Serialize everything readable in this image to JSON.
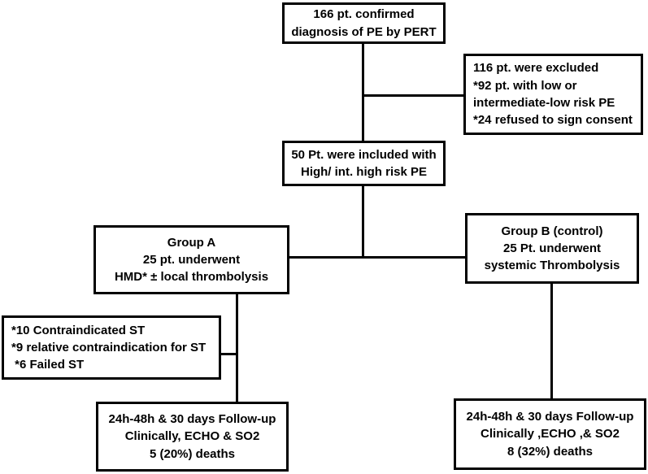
{
  "diagram": {
    "title": "PE PERT study flow diagram",
    "stroke_color": "#000000",
    "background_color": "#ffffff",
    "nodes": [
      {
        "id": "enrollment",
        "name": "confirmed-pe-box",
        "lines": [
          "166 pt. confirmed",
          "diagnosis of PE by PERT"
        ],
        "align": "center"
      },
      {
        "id": "excluded",
        "name": "excluded-patients-box",
        "lines": [
          "116 pt. were excluded",
          "*92 pt. with low or",
          "intermediate-low risk PE",
          "*24 refused to sign consent"
        ],
        "align": "left"
      },
      {
        "id": "included",
        "name": "included-patients-box",
        "lines": [
          "50 Pt. were included with",
          "High/ int. high risk PE"
        ],
        "align": "center"
      },
      {
        "id": "group_a",
        "name": "group-a-box",
        "lines": [
          "Group A",
          "25 pt. underwent",
          "HMD* ± local thrombolysis"
        ],
        "align": "center"
      },
      {
        "id": "group_b",
        "name": "group-b-box",
        "lines": [
          "Group B (control)",
          "25 Pt. underwent",
          "systemic Thrombolysis"
        ],
        "align": "center"
      },
      {
        "id": "contraindications",
        "name": "contraindications-box",
        "lines": [
          "*10 Contraindicated ST",
          "*9 relative contraindication for ST",
          " *6 Failed ST"
        ],
        "align": "left"
      },
      {
        "id": "followup_a",
        "name": "group-a-followup-box",
        "lines": [
          "24h-48h & 30 days Follow-up",
          "Clinically, ECHO & SO2",
          "5 (20%) deaths"
        ],
        "align": "center"
      },
      {
        "id": "followup_b",
        "name": "group-b-followup-box",
        "lines": [
          "24h-48h & 30 days Follow-up",
          "Clinically ,ECHO ,& SO2",
          "8 (32%) deaths"
        ],
        "align": "center"
      }
    ]
  }
}
